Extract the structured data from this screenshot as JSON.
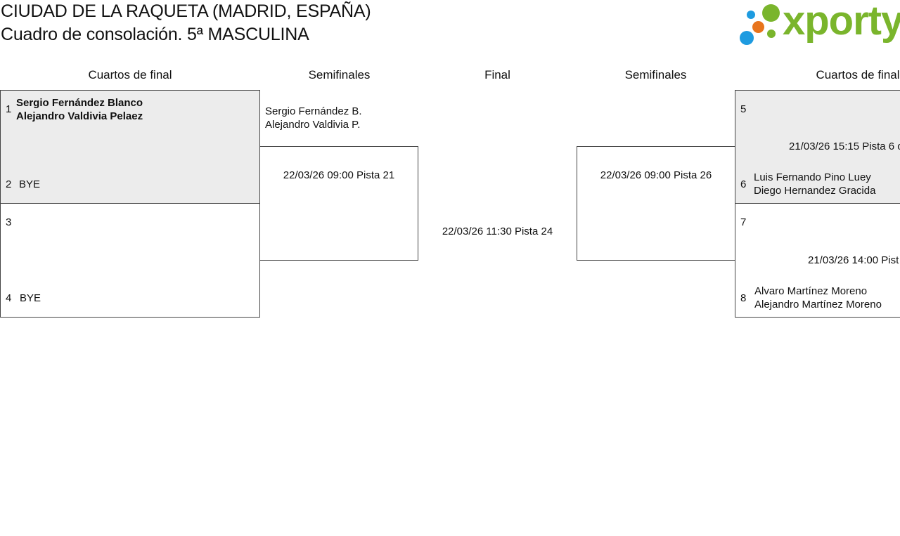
{
  "header": {
    "title": "CIUDAD DE LA RAQUETA (MADRID, ESPAÑA)",
    "subtitle": "Cuadro de consolación. 5ª MASCULINA",
    "logo_text": "xporty"
  },
  "rounds": [
    "Cuartos de final",
    "Semifinales",
    "Final",
    "Semifinales",
    "Cuartos de final"
  ],
  "left": {
    "qf1": {
      "seed_a": "1",
      "team_a": [
        "Sergio Fernández Blanco",
        "Alejandro Valdivia Pelaez"
      ],
      "seed_b": "2",
      "team_b": "BYE"
    },
    "qf2": {
      "seed_a": "3",
      "seed_b": "4",
      "team_b": "BYE"
    },
    "sf": {
      "team": [
        "Sergio Fernández B.",
        "Alejandro Valdivia P."
      ],
      "schedule": "22/03/26 09:00 Pista 21"
    }
  },
  "final": {
    "schedule": "22/03/26 11:30 Pista 24"
  },
  "right": {
    "sf": {
      "schedule": "22/03/26 09:00 Pista 26"
    },
    "qf1": {
      "seed_a": "5",
      "schedule": "21/03/26 15:15 Pista 6 o",
      "seed_b": "6",
      "team_b": [
        "Luis Fernando Pino Luey",
        "Diego Hernandez Gracida"
      ]
    },
    "qf2": {
      "seed_a": "7",
      "schedule": "21/03/26 14:00 Pist",
      "seed_b": "8",
      "team_b": [
        "Alvaro Martínez Moreno",
        "Alejandro Martínez Moreno"
      ]
    }
  },
  "colors": {
    "winner_bg": "#ececec",
    "logo_green": "#7ab52c",
    "logo_blue": "#1e9be0",
    "logo_orange": "#e8741c"
  }
}
